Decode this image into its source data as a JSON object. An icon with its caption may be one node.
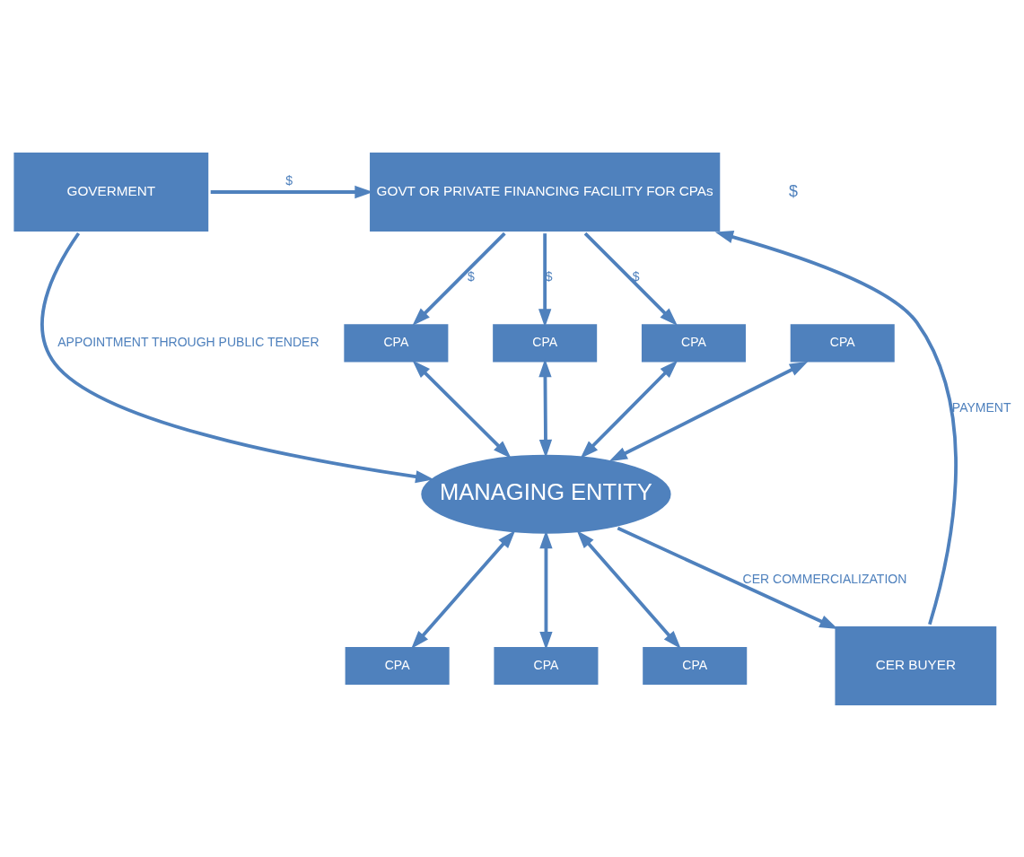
{
  "diagram": {
    "nodes": [
      {
        "text": [
          "GOVT OR PRIVATE FINANCING FACILITY FOR CPAs"
        ]
      },
      {
        "text": [
          "GOVERMENT"
        ]
      },
      {
        "text": [
          "CPA"
        ]
      },
      {
        "text": [
          "CPA"
        ]
      },
      {
        "text": [
          "CPA"
        ]
      },
      {
        "text": [
          "CPA"
        ]
      },
      {
        "text": [
          "MANAGING ENTITY"
        ]
      },
      {
        "text": [
          "CPA"
        ]
      },
      {
        "text": [
          "CPA"
        ]
      },
      {
        "text": [
          "CPA"
        ]
      },
      {
        "text": [
          "CER BUYER"
        ]
      }
    ],
    "edges": [
      {
        "from": 1,
        "to": 0,
        "arrow": "to",
        "label": "$"
      },
      {
        "from": 0,
        "to": 2,
        "arrow": "to",
        "label": "$"
      },
      {
        "from": 0,
        "to": 4,
        "arrow": "to",
        "label": "$"
      },
      {
        "from": 0,
        "to": 5,
        "arrow": "to",
        "label": "$"
      },
      {
        "from": 1,
        "to": 6,
        "arrow": "to",
        "label": "APPOINTMENT THROUGH PUBLIC TENDER"
      },
      {
        "from": 2,
        "to": 6,
        "arrow": "both"
      },
      {
        "from": 3,
        "to": 6,
        "arrow": "both"
      },
      {
        "from": 4,
        "to": 6,
        "arrow": "both"
      },
      {
        "from": 5,
        "to": 6,
        "arrow": "both"
      },
      {
        "from": 6,
        "to": 7,
        "arrow": "both"
      },
      {
        "from": 6,
        "to": 8,
        "arrow": "both"
      },
      {
        "from": 6,
        "to": 9,
        "arrow": "both"
      },
      {
        "from": 6,
        "to": 10,
        "arrow": "to",
        "label": "CER COMMERCIALIZATION"
      },
      {
        "from": 10,
        "to": 0,
        "arrow": "to",
        "label": "PAYMENT"
      }
    ],
    "labels": [
      "$"
    ]
  }
}
